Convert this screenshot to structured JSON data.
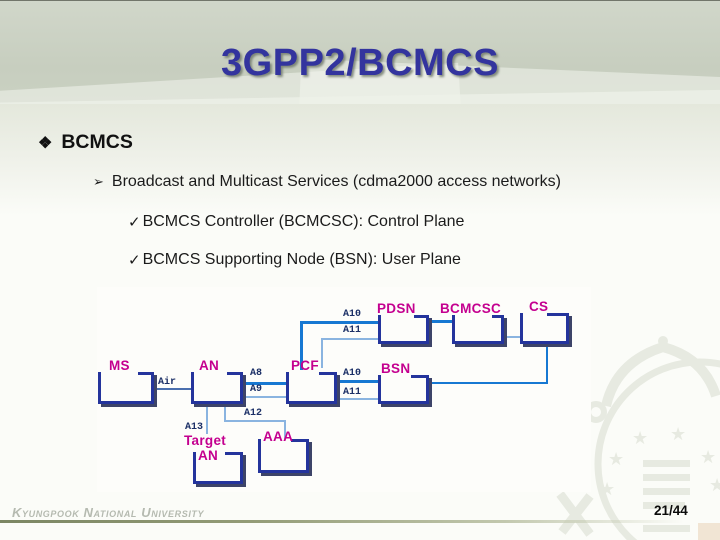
{
  "slide": {
    "title": "3GPP2/BCMCS",
    "footer": "Kyungpook National University",
    "page_number": "21/44"
  },
  "bullets": {
    "heading": {
      "glyph": "❖",
      "text": "BCMCS"
    },
    "level2": {
      "glyph": "➢",
      "text": "Broadcast and Multicast Services (cdma2000 access networks)"
    },
    "level3": [
      {
        "glyph": "✓",
        "text": "BCMCS Controller (BCMCSC): Control Plane"
      },
      {
        "glyph": "✓",
        "text": "BCMCS Supporting Node (BSN): User Plane"
      }
    ]
  },
  "diagram": {
    "nodes": {
      "ms": {
        "label": "MS"
      },
      "an": {
        "label": "AN"
      },
      "pcf": {
        "label": "PCF"
      },
      "pdsn": {
        "label": "PDSN"
      },
      "bcmcsc": {
        "label": "BCMCSC"
      },
      "cs": {
        "label": "CS"
      },
      "bsn": {
        "label": "BSN"
      },
      "target_an": {
        "line1": "Target",
        "line2": "AN"
      },
      "aaa": {
        "label": "AAA"
      }
    },
    "interfaces": {
      "air": "Air",
      "a8": "A8",
      "a9": "A9",
      "a10_pdsn": "A10",
      "a11_pdsn": "A11",
      "a10_bsn": "A10",
      "a11_bsn": "A11",
      "a12": "A12",
      "a13": "A13"
    },
    "colors": {
      "node_border": "#24349c",
      "node_shadow": "#3d4468",
      "node_label": "#c4008f",
      "link_strong": "#1778d2",
      "link_light": "#8ab4e0",
      "interface_label": "#1b2f66"
    }
  },
  "colors": {
    "title_text": "#33349e",
    "header_band": "#c9d0c1",
    "footer_text": "#b5bab0",
    "footer_line": "#7b8663",
    "watermark": "#e7eae1"
  }
}
